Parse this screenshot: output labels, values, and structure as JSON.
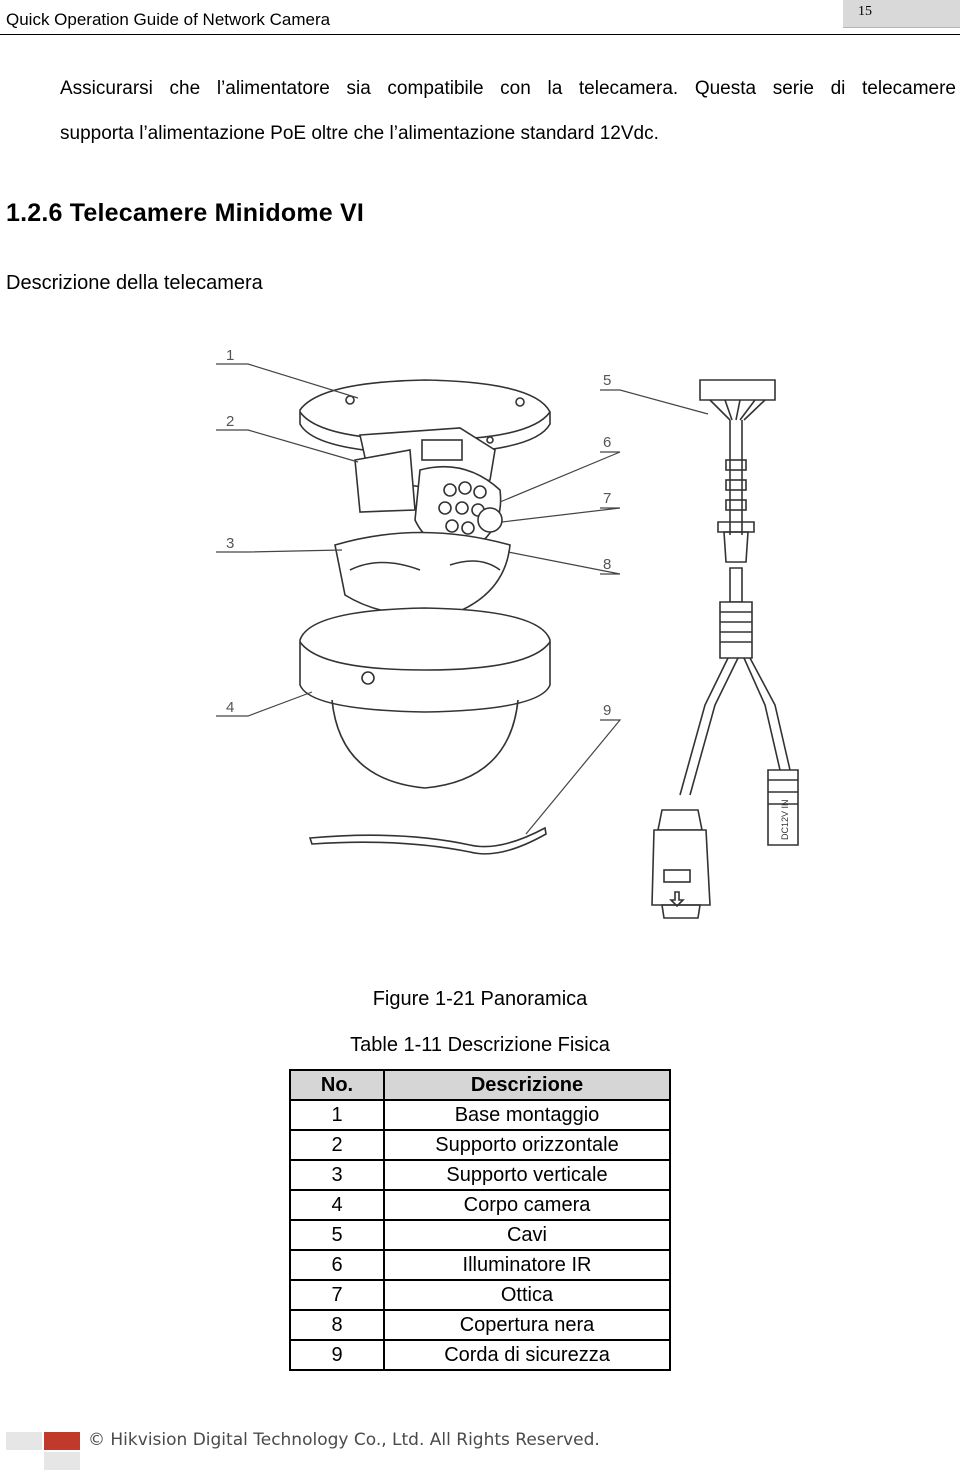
{
  "header": {
    "title": "Quick Operation Guide of Network Camera",
    "page_number": "15"
  },
  "body": {
    "para_line1": "Assicurarsi che l’alimentatore sia compatibile con la telecamera. Questa serie di telecamere",
    "para_line2": "supporta l’alimentazione PoE oltre che l’alimentazione standard 12Vdc.",
    "section_heading": "1.2.6  Telecamere Minidome VI",
    "subheading": "Descrizione della telecamera"
  },
  "figure": {
    "callouts": [
      "1",
      "2",
      "3",
      "4",
      "5",
      "6",
      "7",
      "8",
      "9"
    ],
    "connector_label": "DC12V IN",
    "caption": "Figure 1-21 Panoramica"
  },
  "table": {
    "caption": "Table 1-11 Descrizione Fisica",
    "headers": [
      "No.",
      "Descrizione"
    ],
    "rows": [
      [
        "1",
        "Base montaggio"
      ],
      [
        "2",
        "Supporto orizzontale"
      ],
      [
        "3",
        "Supporto verticale"
      ],
      [
        "4",
        "Corpo camera"
      ],
      [
        "5",
        "Cavi"
      ],
      [
        "6",
        "Illuminatore IR"
      ],
      [
        "7",
        "Ottica"
      ],
      [
        "8",
        "Copertura nera"
      ],
      [
        "9",
        "Corda di sicurezza"
      ]
    ]
  },
  "footer": {
    "copyright": "© Hikvision Digital Technology Co., Ltd. All Rights Reserved."
  },
  "colors": {
    "accent_red": "#c0392b",
    "header_tab_gray": "#d9d9d9",
    "table_header_gray": "#d6d6d6"
  }
}
